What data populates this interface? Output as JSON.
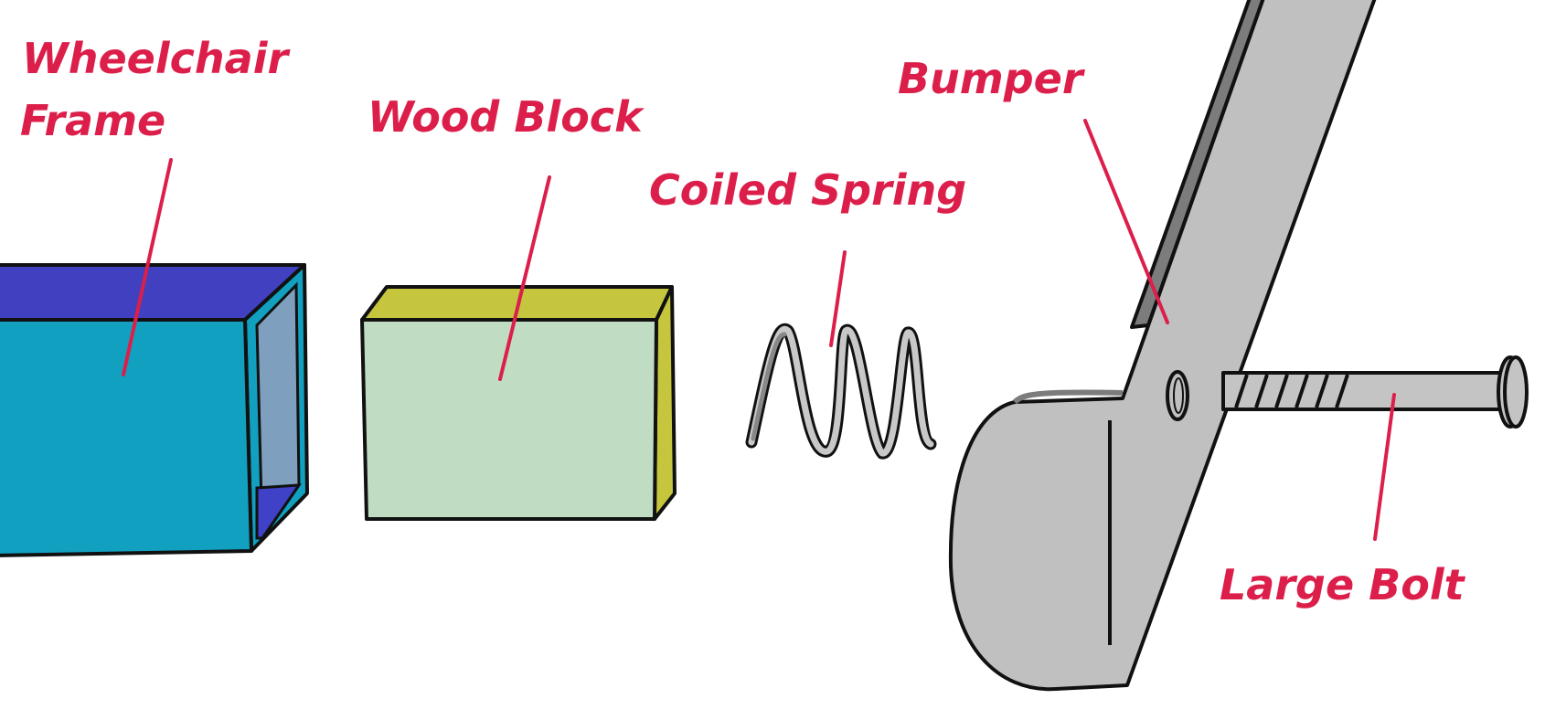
{
  "labels": {
    "wheelchair_frame_line1": "Wheelchair",
    "wheelchair_frame_line2": "Frame",
    "wood_block": "Wood Block",
    "coiled_spring": "Coiled Spring",
    "bumper": "Bumper",
    "large_bolt": "Large Bolt"
  },
  "colors": {
    "label": "#dc1f4a",
    "leader": "#dc1f4a",
    "outline": "#111111",
    "frame_front": "#12a0c0",
    "frame_top": "#4040c0",
    "frame_inner": "#7e9fbd",
    "frame_inner_bottom": "#3f42c6",
    "block_front": "#c0ddc3",
    "block_side": "#c5c63e",
    "spring_front": "#c8c8c8",
    "spring_back": "#888888",
    "bumper_fill": "#c0c0c0",
    "bumper_edge": "#7c7c7c",
    "bolt_fill": "#c4c4c4"
  }
}
